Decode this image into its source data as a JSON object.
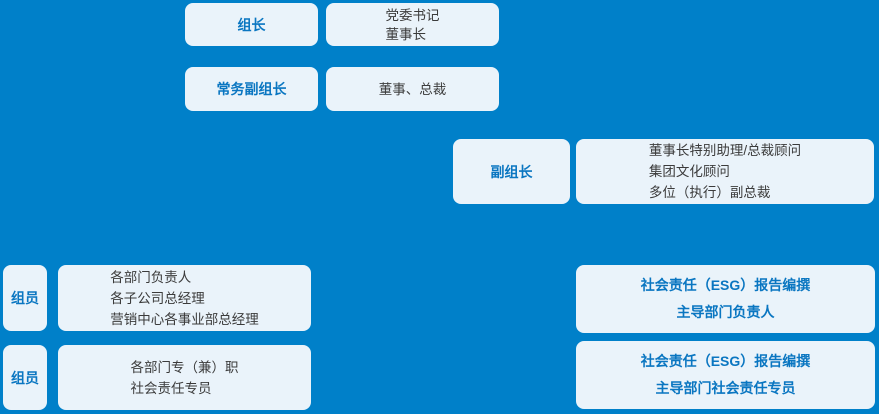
{
  "colors": {
    "background": "#0080C9",
    "box_fill": "#EAF3FA",
    "role_text": "#0A76C1",
    "desc_text": "#3B3B3B"
  },
  "org": {
    "leader": {
      "label": "组长",
      "desc_lines": [
        "党委书记",
        "董事长"
      ]
    },
    "exec_deputy": {
      "label": "常务副组长",
      "desc_lines": [
        "董事、总裁"
      ]
    },
    "deputy": {
      "label": "副组长",
      "desc_lines": [
        "董事长特别助理/总裁顾问",
        "集团文化顾问",
        "多位（执行）副总裁"
      ]
    },
    "members_row1": {
      "label": "组员",
      "desc_lines": [
        "各部门负责人",
        "各子公司总经理",
        "营销中心各事业部总经理"
      ],
      "right_lines": [
        "社会责任（ESG）报告编撰",
        "主导部门负责人"
      ]
    },
    "members_row2": {
      "label": "组员",
      "desc_lines": [
        "各部门专（兼）职",
        "社会责任专员"
      ],
      "right_lines": [
        "社会责任（ESG）报告编撰",
        "主导部门社会责任专员"
      ]
    }
  }
}
